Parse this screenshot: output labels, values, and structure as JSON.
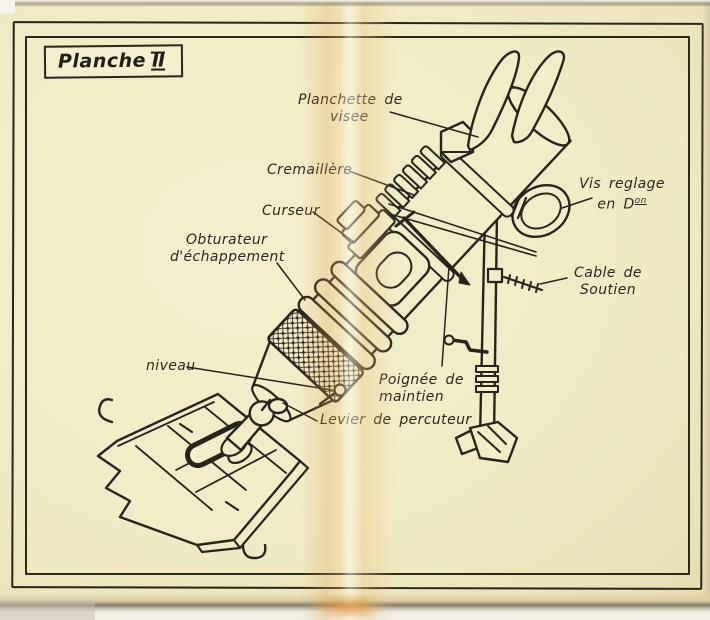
{
  "plate": {
    "title_word": "Planche",
    "title_numeral": "II"
  },
  "labels": {
    "planchette": {
      "line1": "Planchette de",
      "line2": "visee"
    },
    "cremaillere": {
      "text": "Cremaillère"
    },
    "curseur": {
      "text": "Curseur"
    },
    "obturateur": {
      "line1": "Obturateur",
      "line2": "d'échappement"
    },
    "vis_reglage": {
      "line1": "Vis reglage",
      "line2_base": "en D",
      "line2_sup": "on"
    },
    "cable": {
      "line1": "Cable de",
      "line2": "Soutien"
    },
    "niveau": {
      "text": "niveau"
    },
    "poignee": {
      "line1": "Poignée de",
      "line2": "maintien"
    },
    "levier": {
      "text": "Levier de percuteur"
    }
  },
  "colors": {
    "paper": "#f1ebc5",
    "ink": "#28241c",
    "crease_orange": "#e69c4a"
  }
}
